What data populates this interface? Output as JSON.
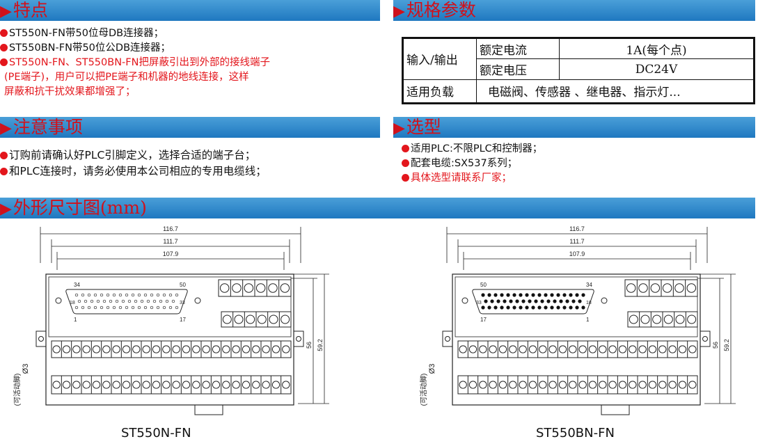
{
  "features": {
    "title": "特点",
    "items": [
      {
        "text": "ST550N-FN带50位母DB连接器；",
        "red": false
      },
      {
        "text": "ST550BN-FN带50位公DB连接器；",
        "red": false
      },
      {
        "text": "ST550N-FN、ST550BN-FN把屏蔽引出到外部的接线端子",
        "red": true
      }
    ],
    "cont": [
      "(PE端子)，用户可以把PE端子和机器的地线连接，这样",
      "屏蔽和抗干扰效果都增强了；"
    ]
  },
  "specs": {
    "title": "规格参数",
    "io_label": "输入/输出",
    "rated_current_label": "额定电流",
    "rated_current_value": "1A(每个点)",
    "rated_voltage_label": "额定电压",
    "rated_voltage_value": "DC24V",
    "load_label": "适用负载",
    "load_value": "电磁阀、传感器 、继电器、指示灯..."
  },
  "notes": {
    "title": "注意事项",
    "items": [
      "订购前请确认好PLC引脚定义，选择合适的端子台；",
      "和PLC连接时，请务必使用本公司相应的专用电缆线；"
    ]
  },
  "selection": {
    "title": "选型",
    "items": [
      {
        "text": "适用PLC:不限PLC和控制器；",
        "red": false
      },
      {
        "text": "配套电缆:SX537系列；",
        "red": false
      },
      {
        "text": "具体选型请联系厂家；",
        "red": true
      }
    ]
  },
  "dims": {
    "title": "外形尺寸图(mm)",
    "w1": "116.7",
    "w2": "111.7",
    "w3": "107.9",
    "h1": "56",
    "h2": "59.2",
    "hole": "Ø3",
    "rail_note": "(可活动脚)",
    "left": {
      "caption": "ST550N-FN",
      "pin_tl": "34",
      "pin_tr": "50",
      "pin_bl": "1",
      "pin_br": "17",
      "in_l": "18",
      "in_r": "33"
    },
    "right": {
      "caption": "ST550BN-FN",
      "pin_tl": "50",
      "pin_tr": "34",
      "pin_bl": "17",
      "pin_br": "1",
      "in_l": "33",
      "in_r": "18"
    }
  }
}
